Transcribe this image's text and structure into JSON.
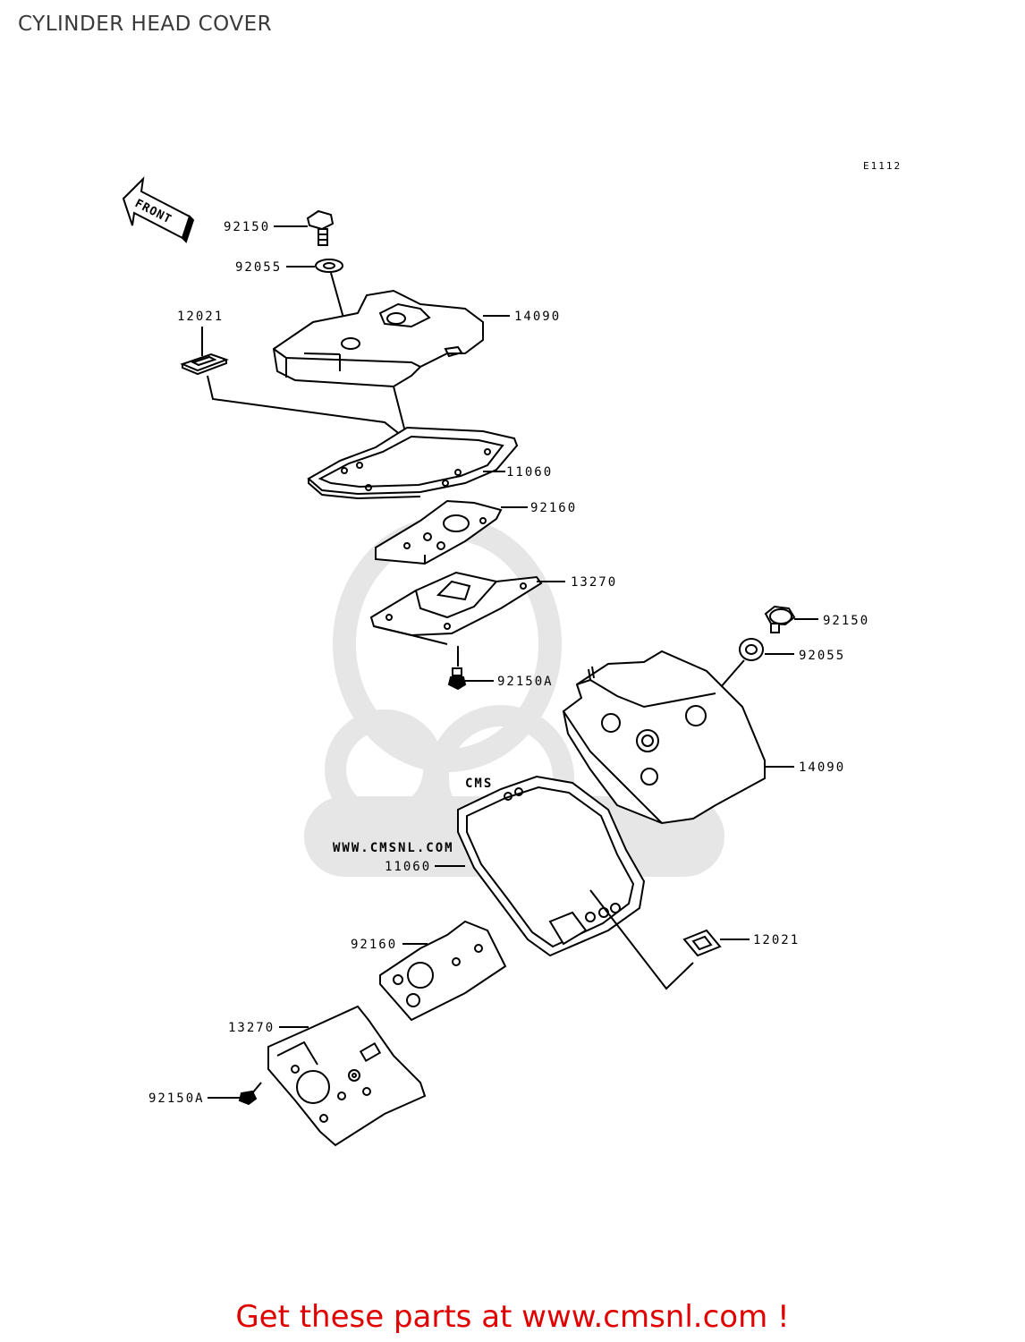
{
  "title": "CYLINDER HEAD COVER",
  "diagram_code": "E1112",
  "front_label": "FRONT",
  "watermark": {
    "logo": "CMS",
    "url": "WWW.CMSNL.COM"
  },
  "parts": {
    "p92150_upper": "92150",
    "p92055_upper": "92055",
    "p14090_upper": "14090",
    "p12021_upper": "12021",
    "p11060_upper": "11060",
    "p92160_upper": "92160",
    "p13270_upper": "13270",
    "p92150A_upper": "92150A",
    "p92150_right": "92150",
    "p92055_right": "92055",
    "p14090_lower": "14090",
    "p11060_lower": "11060",
    "p12021_lower": "12021",
    "p92160_lower": "92160",
    "p13270_lower": "13270",
    "p92150A_lower": "92150A"
  },
  "cta": "Get these parts at www.cmsnl.com !",
  "colors": {
    "cta": "#e00000",
    "lines": "#000000",
    "watermark": "#e4e4e4"
  }
}
